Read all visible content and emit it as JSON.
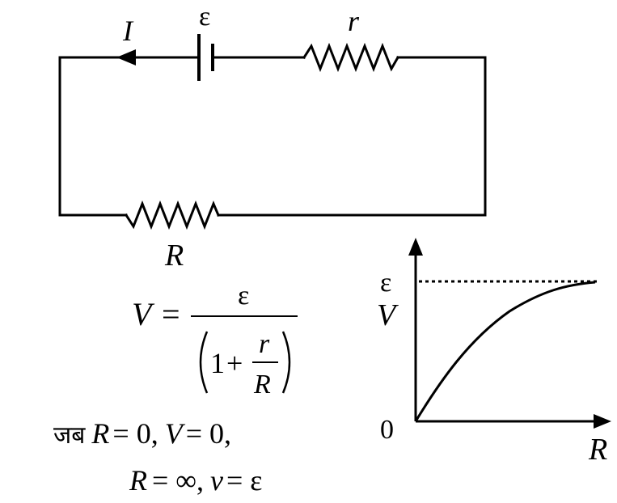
{
  "circuit": {
    "current_label": "I",
    "emf_label": "ε",
    "internal_resistance_label": "r",
    "external_resistance_label": "R"
  },
  "formula": {
    "lhs": "V",
    "equals": "=",
    "numerator": "ε",
    "one": "1",
    "plus": "+",
    "frac_num": "r",
    "frac_den": "R"
  },
  "conditions": {
    "line1_prefix": "जब",
    "line1_r": "R",
    "line1_eq1": "= 0,",
    "line1_v": "V",
    "line1_eq2": "= 0,",
    "line2_r": "R",
    "line2_eq1": "= ∞,",
    "line2_v": "v",
    "line2_eq2": "= ε"
  },
  "graph": {
    "y_top_label": "ε",
    "y_axis_label": "V",
    "origin_label": "0",
    "x_axis_label": "R"
  }
}
